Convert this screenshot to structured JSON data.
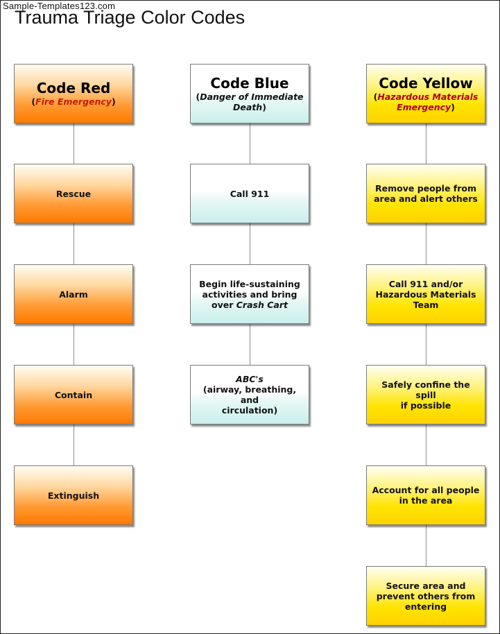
{
  "watermark": "Sample-Templates123.com",
  "title": "Trauma Triage Color Codes",
  "columns": [
    {
      "id": "red",
      "header": {
        "title": "Code Red",
        "sub_open": "(",
        "sub_italic": "Fire Emergency",
        "sub_close": ")"
      },
      "steps": [
        {
          "text": "Rescue"
        },
        {
          "text": "Alarm"
        },
        {
          "text": "Contain"
        },
        {
          "text": "Extinguish"
        }
      ]
    },
    {
      "id": "blue",
      "header": {
        "title": "Code Blue",
        "sub_open": "(",
        "sub_italic": "Danger of Immediate",
        "sub_italic2": "Death",
        "sub_close": ")"
      },
      "steps": [
        {
          "text": "Call 911"
        },
        {
          "line1": "Begin life-sustaining",
          "line2": "activities and bring",
          "line3_pre": "over ",
          "line3_italic": "Crash Cart"
        },
        {
          "line1_italic": "ABC's",
          "line2": "(airway, breathing, and",
          "line3": "circulation)"
        }
      ]
    },
    {
      "id": "yellow",
      "header": {
        "title": "Code Yellow",
        "sub_open": "(",
        "sub_italic": "Hazardous Materials",
        "sub_italic2": "Emergency",
        "sub_close": ")"
      },
      "steps": [
        {
          "line1": "Remove people from",
          "line2": "area and alert others"
        },
        {
          "line1": "Call 911 and/or",
          "line2": "Hazardous Materials",
          "line3": "Team"
        },
        {
          "line1": "Safely confine the spill",
          "line2": "if possible"
        },
        {
          "line1": "Account for all people",
          "line2": "in the area"
        },
        {
          "line1": "Secure area and",
          "line2": "prevent others from",
          "line3": "entering"
        }
      ]
    }
  ],
  "colors": {
    "red_bottom": "#ff7a00",
    "blue_bottom": "#c9efec",
    "yellow_bottom": "#ffd200",
    "connector": "#8c8c8c"
  }
}
